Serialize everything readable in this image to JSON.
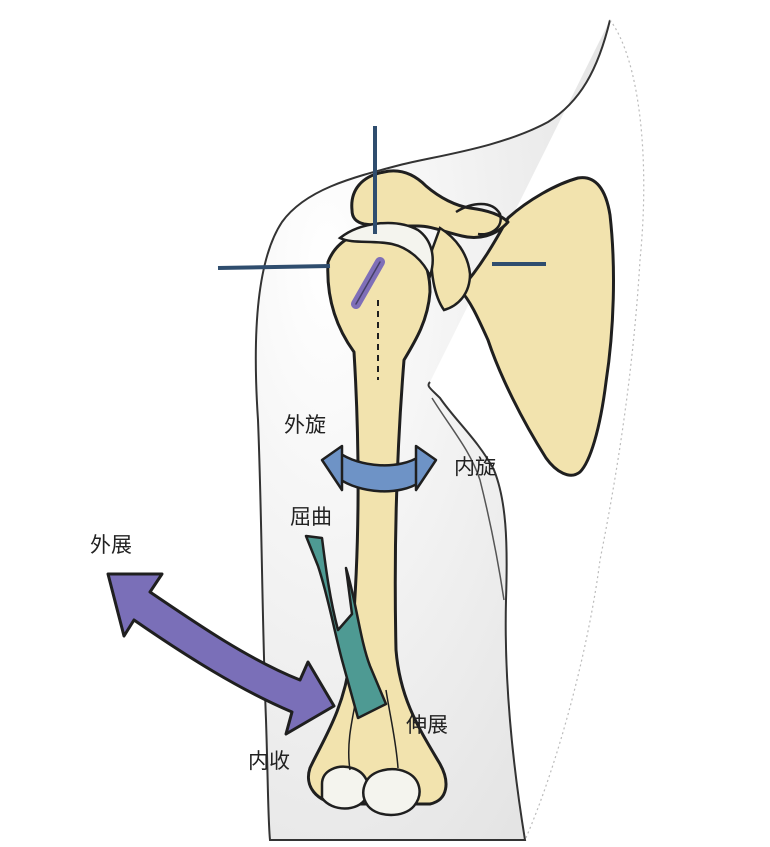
{
  "labels": {
    "external_rotation": "外旋",
    "internal_rotation": "内旋",
    "flexion": "屈曲",
    "extension": "伸展",
    "abduction": "外展",
    "adduction": "内收"
  },
  "colors": {
    "bone": "#F2E3AE",
    "bone_outline": "#1f1f1f",
    "cartilage": "#F4F4EE",
    "axis_line": "#2F4D6E",
    "axis_pin": "#7F6FB8",
    "rotation_arrow": "#6E93C6",
    "flexion_arrow": "#4E9A93",
    "abduction_arrow": "#7A6FB8",
    "skin_outline": "#333333",
    "skin_shade": "#D7D7D7"
  }
}
